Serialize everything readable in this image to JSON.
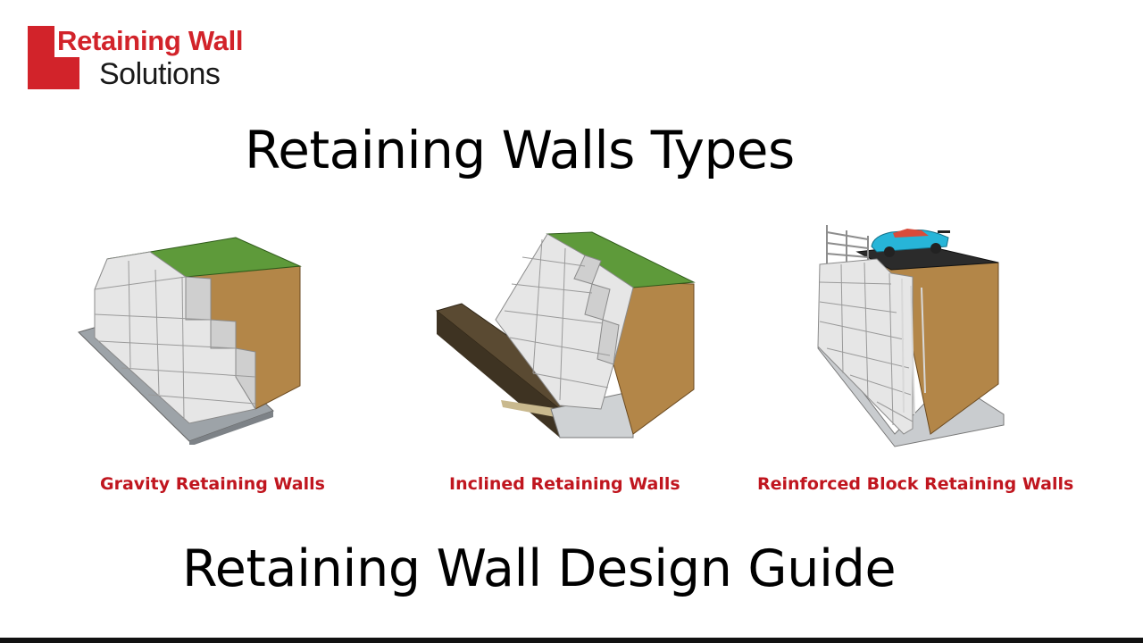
{
  "logo": {
    "line1": "Retaining Wall",
    "line2": "Solutions",
    "accent_color": "#d2232a"
  },
  "title": "Retaining Walls Types",
  "footer_title": "Retaining Wall Design Guide",
  "wall_types": [
    {
      "label": "Gravity Retaining Walls"
    },
    {
      "label": "Inclined Retaining Walls"
    },
    {
      "label": "Reinforced Block Retaining Walls"
    }
  ],
  "colors": {
    "caption": "#c0161f",
    "soil": "#b38648",
    "grass": "#5e9a3a",
    "block": "#e6e6e6",
    "car": "#27b5d8"
  }
}
